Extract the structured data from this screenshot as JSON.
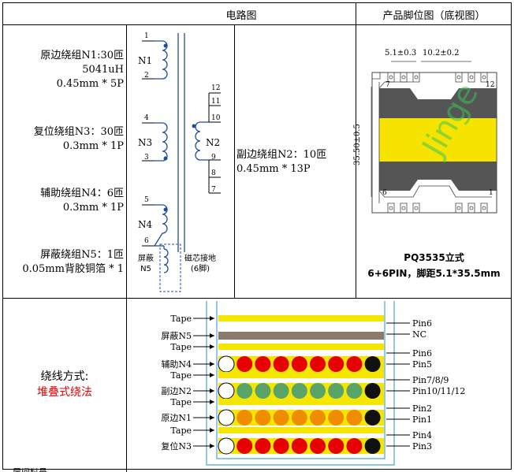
{
  "table": {
    "header_circuit": "电路图",
    "header_pin": "产品脚位图（底视图）",
    "winding_method_label": "绕线方式:",
    "winding_method_value": "堆叠式绕法",
    "bottom_row_label": "层间料号"
  },
  "windings": {
    "n1": {
      "name": "原边绕组N1:30匝",
      "inductance": "5041uH",
      "wire": "0.45mm * 5P"
    },
    "n3": {
      "name": "复位绕组N3：30匝",
      "wire": "0.3mm * 1P"
    },
    "n4": {
      "name": "辅助绕组N4：6匝",
      "wire": "0.3mm * 1P"
    },
    "n5": {
      "name": "屏蔽绕组N5：1匝",
      "wire": "0.05mm背胶铜箔 * 1"
    },
    "n2": {
      "name": "副边绕组N2：10匝",
      "wire": "0.45mm * 13P"
    }
  },
  "schematic": {
    "labels": [
      "N1",
      "N3",
      "N4",
      "N2"
    ],
    "pins_left": [
      "1",
      "2",
      "4",
      "3",
      "5",
      "6"
    ],
    "pins_right": [
      "12",
      "11",
      "10",
      "9",
      "8",
      "7"
    ],
    "shield_label": [
      "屏蔽",
      "N5"
    ],
    "core_label": [
      "磁芯接地",
      "(6脚)"
    ]
  },
  "pin_diagram": {
    "dim_pitch": "5.1±0.3",
    "dim_width": "10.2±0.2",
    "dim_length": "35.50±0.5",
    "pin_top": "7",
    "pin_top_right": "12",
    "pin_bot_left": "6",
    "pin_bot_right": "1",
    "product": "PQ3535立式",
    "spec": "6+6PIN，脚距5.1*35.5mm",
    "watermark": "Jinge"
  },
  "stack": {
    "left_labels": [
      "Tape",
      "屏蔽N5",
      "Tape",
      "辅助N4",
      "Tape",
      "副边N2",
      "Tape",
      "原边N1",
      "Tape",
      "复位N3"
    ],
    "right_labels": [
      "Pin6",
      "NC",
      "Pin6",
      "Pin5",
      "Pin7/8/9",
      "Pin10/11/12",
      "Pin2",
      "Pin1",
      "Pin4",
      "Pin3"
    ],
    "colors": {
      "tape": "#f5e600",
      "shield": "#8c7b6b",
      "aux": "#e60000",
      "sec": "#5aa46a",
      "pri": "#f08c00",
      "reset": "#e60000",
      "end": "#111111"
    }
  }
}
